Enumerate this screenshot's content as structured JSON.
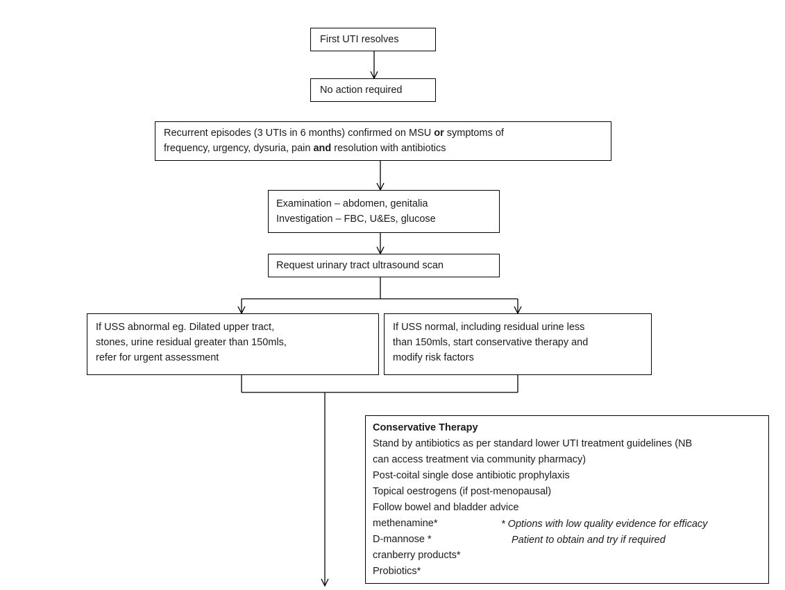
{
  "nodes": {
    "first_uti": "First UTI resolves",
    "no_action": "No action required",
    "recurrent": {
      "l1_a": "Recurrent episodes (3 UTIs in 6 months) confirmed on MSU ",
      "l1_bold": "or",
      "l1_b": " symptoms of",
      "l2_a": "frequency, urgency, dysuria, pain ",
      "l2_bold": "and",
      "l2_b": " resolution with antibiotics"
    },
    "examination": {
      "l1": "Examination – abdomen, genitalia",
      "l2": "Investigation – FBC, U&Es, glucose"
    },
    "ultrasound": "Request urinary tract ultrasound scan",
    "uss_abnormal": {
      "l1": "If USS abnormal eg. Dilated upper tract,",
      "l2": "stones, urine residual greater than 150mls,",
      "l3": "refer for urgent assessment"
    },
    "uss_normal": {
      "l1": "If USS normal, including residual urine less",
      "l2": "than 150mls, start conservative therapy and",
      "l3": "modify risk factors"
    }
  },
  "conservative_therapy": {
    "title": "Conservative Therapy",
    "lines": [
      "Stand by antibiotics as per standard lower UTI treatment guidelines (NB",
      "can access treatment via community pharmacy)",
      "Post-coital single dose antibiotic prophylaxis",
      "Topical oestrogens (if post-menopausal)",
      "Follow bowel and bladder advice"
    ],
    "options": [
      "methenamine*",
      "D-mannose *",
      "cranberry products*",
      "Probiotics*"
    ],
    "note_l1": "* Options with low quality evidence for efficacy",
    "note_l2": "Patient to obtain and try if required"
  }
}
